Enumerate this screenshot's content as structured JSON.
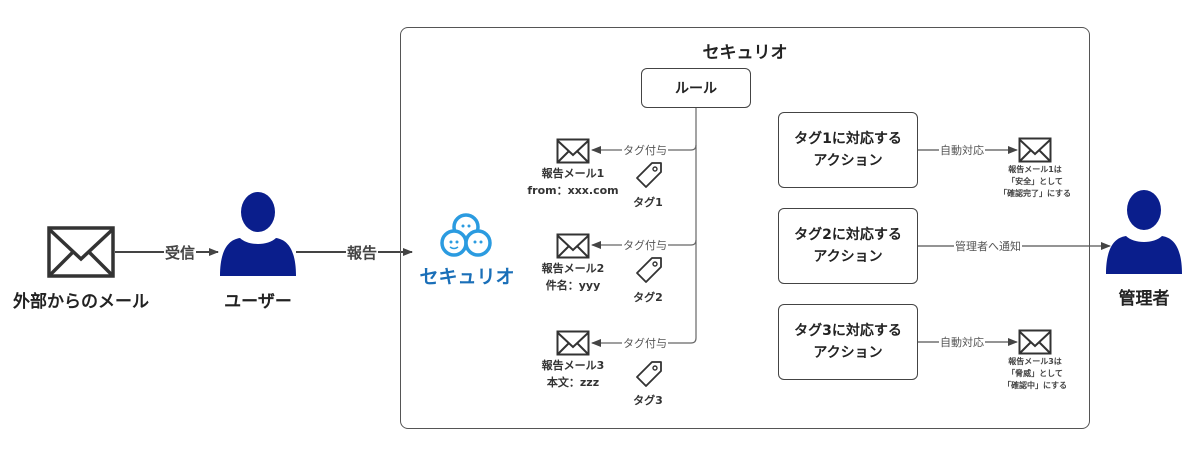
{
  "nodes": {
    "external_mail": {
      "label": "外部からのメール",
      "icon": "envelope-icon"
    },
    "user": {
      "label": "ユーザー",
      "icon": "person-icon"
    },
    "admin": {
      "label": "管理者",
      "icon": "person-icon"
    },
    "system": {
      "title": "セキュリオ",
      "logo_text": "セキュリオ"
    },
    "rule": {
      "label": "ルール"
    }
  },
  "edges": {
    "receive": "受信",
    "report": "報告",
    "tag_assign": "タグ付与",
    "auto_response": "自動対応",
    "notify_admin": "管理者へ通知"
  },
  "reports": [
    {
      "title": "報告メール1",
      "detail": "from：xxx.com",
      "tag": "タグ1"
    },
    {
      "title": "報告メール2",
      "detail": "件名：yyy",
      "tag": "タグ2"
    },
    {
      "title": "報告メール3",
      "detail": "本文：zzz",
      "tag": "タグ3"
    }
  ],
  "actions": [
    {
      "line1": "タグ1に対応する",
      "line2": "アクション"
    },
    {
      "line1": "タグ2に対応する",
      "line2": "アクション"
    },
    {
      "line1": "タグ3に対応する",
      "line2": "アクション"
    }
  ],
  "results": [
    {
      "line1": "報告メール1は",
      "line2": "「安全」として",
      "line3": "「確認完了」にする"
    },
    {
      "line1": "報告メール3は",
      "line2": "「脅威」として",
      "line3": "「確認中」にする"
    }
  ],
  "colors": {
    "person": "#0a1e8c",
    "logo": "#2b9be0",
    "line": "#555555"
  }
}
